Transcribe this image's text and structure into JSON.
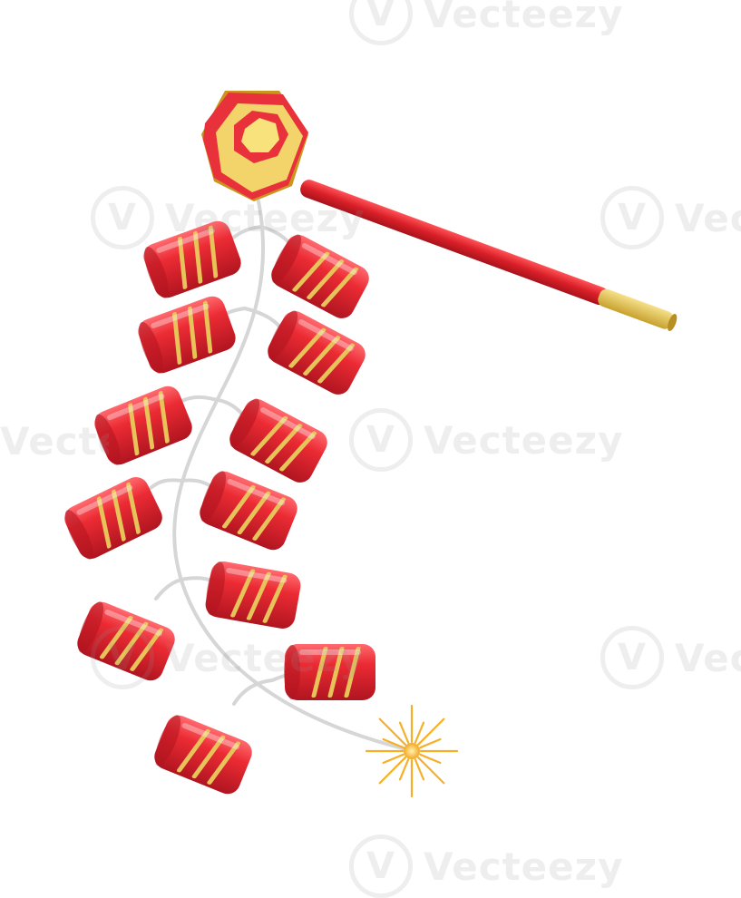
{
  "image": {
    "subject": "firecracker-string",
    "colors": {
      "background": "#ffffff",
      "cracker_red": "#e02a33",
      "cracker_dark": "#b0141f",
      "gold_band": "#e8c35a",
      "fuse": "#d9d9d9",
      "stick_red": "#d92028",
      "stick_gold": "#d4b13c",
      "spark": "#f5b027"
    }
  },
  "watermark": {
    "text": "Vecteezy",
    "badge_glyph": "V"
  }
}
